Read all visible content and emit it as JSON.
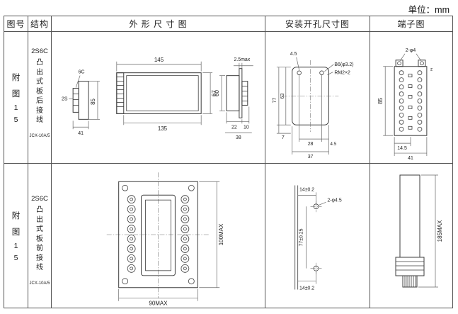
{
  "unit_label": "单位：mm",
  "header": {
    "fig_no": "图号",
    "structure": "结构",
    "outline": "外 形 尺 寸 图",
    "install": "安装开孔尺寸图",
    "terminal": "端子图"
  },
  "rows": [
    {
      "fig_chars": [
        "附",
        "图",
        "1",
        "5"
      ],
      "structure": {
        "model": "2S6C",
        "desc_chars": [
          "凸",
          "出",
          "式",
          "板",
          "后",
          "接",
          "线"
        ],
        "note": "JCX-10A/5"
      },
      "outline": {
        "side": {
          "top": "6C",
          "left": "2S",
          "height": "85",
          "width": "41"
        },
        "front": {
          "top": "145",
          "bottom": "135",
          "right": "67"
        },
        "profile": {
          "top": "2.5max",
          "left": "60",
          "b1": "22",
          "b2": "10",
          "b3": "38"
        }
      },
      "install": {
        "top": "4.5",
        "hole": "B6(φ3.2)",
        "thread": "RM2×2",
        "h_outer": "77",
        "h_inner": "63",
        "b0": "7",
        "b1": "28",
        "b2": "4.5",
        "b3": "37"
      },
      "terminal": {
        "holes": "2-φ4",
        "height": "85",
        "b1": "14.5",
        "b2": "41",
        "mark": "z"
      }
    },
    {
      "fig_chars": [
        "附",
        "图",
        "1",
        "5"
      ],
      "structure": {
        "model": "2S6C",
        "desc_chars": [
          "凸",
          "出",
          "式",
          "板",
          "前",
          "接",
          "线"
        ],
        "note": "JCX-10A/5"
      },
      "outline": {
        "height": "100MAX",
        "width": "90MAX"
      },
      "install": {
        "top": "14±0.2",
        "hole": "2-φ4.5",
        "height": "77±0.25",
        "bottom": "14±0.2"
      },
      "terminal": {
        "height": "185MAX"
      }
    }
  ]
}
